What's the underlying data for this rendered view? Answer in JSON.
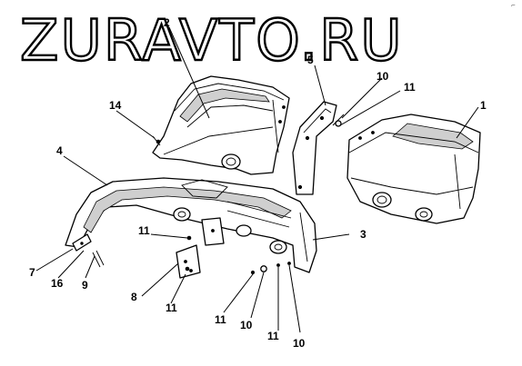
{
  "watermark": "ZURAVTO.RU",
  "corner_mark": "⌐",
  "callouts": {
    "c1": "1",
    "c2": "2",
    "c3": "3",
    "c4": "4",
    "c5": "5",
    "c7": "7",
    "c8": "8",
    "c9": "9",
    "c10a": "10",
    "c10b": "10",
    "c10c": "10",
    "c11a": "11",
    "c11b": "11",
    "c11c": "11",
    "c11d": "11",
    "c11e": "11",
    "c14": "14",
    "c16": "16"
  }
}
